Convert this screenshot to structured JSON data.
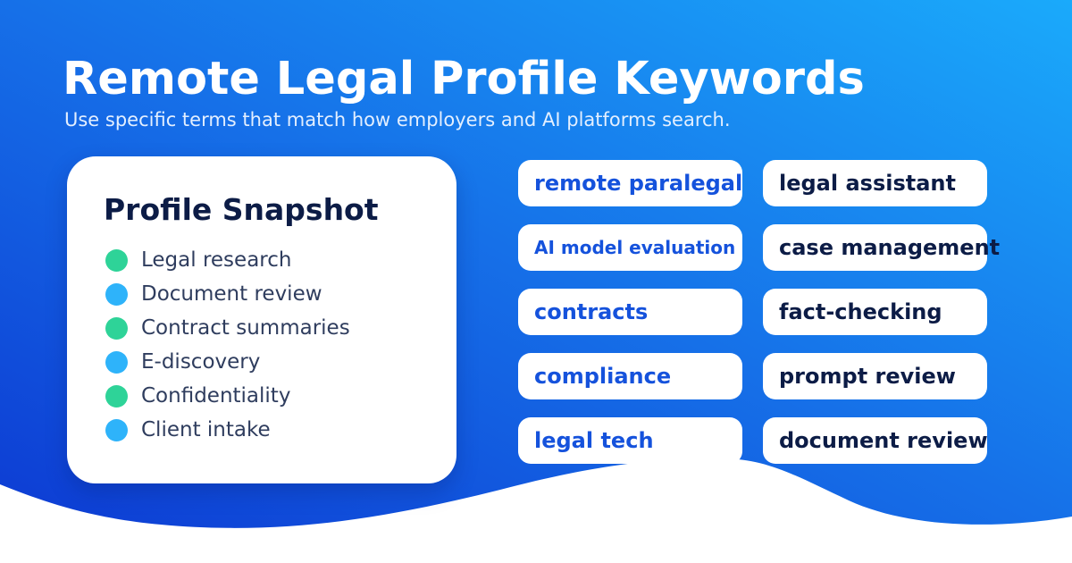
{
  "title": "Remote Legal Profile Keywords",
  "subtitle": "Use specific terms that match how employers and AI platforms search.",
  "card": {
    "title": "Profile Snapshot",
    "items": [
      {
        "label": "Legal research",
        "dot_color": "#2ed398"
      },
      {
        "label": "Document review",
        "dot_color": "#2eb3fa"
      },
      {
        "label": "Contract summaries",
        "dot_color": "#2ed398"
      },
      {
        "label": "E-discovery",
        "dot_color": "#2eb3fa"
      },
      {
        "label": "Confidentiality",
        "dot_color": "#2ed398"
      },
      {
        "label": "Client intake",
        "dot_color": "#2eb3fa"
      }
    ]
  },
  "keywords": {
    "left": [
      "remote paralegal",
      "AI model evaluation",
      "contracts",
      "compliance",
      "legal tech"
    ],
    "right": [
      "legal assistant",
      "case management",
      "fact-checking",
      "prompt review",
      "document review"
    ]
  },
  "colors": {
    "gradient_start": "#0d3bd3",
    "gradient_end": "#19a8fb",
    "left_keyword_text": "#1552dc",
    "right_keyword_text": "#0c1c46",
    "card_title": "#0c1c46",
    "list_text": "#2f3d5e"
  }
}
